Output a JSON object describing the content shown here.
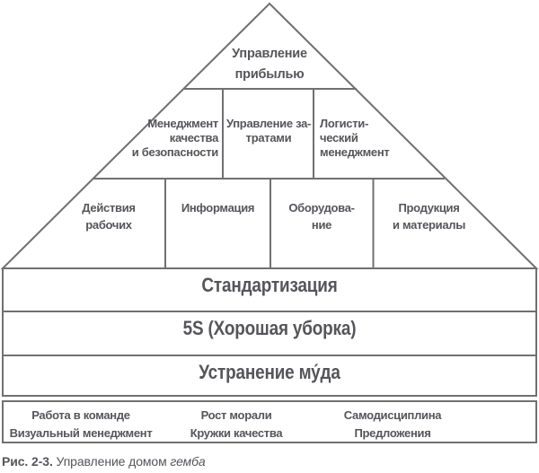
{
  "figure": {
    "roof_title": "Управление\nприбылью",
    "management_row": [
      {
        "label": "Менеджмент\nкачества\nи безопасности"
      },
      {
        "label": "Управление за-\nтратами"
      },
      {
        "label": "Логисти-\nческий\nменеджмент"
      }
    ],
    "resources_row": [
      {
        "label": "Действия\nрабочих"
      },
      {
        "label": "Информация"
      },
      {
        "label": "Оборудова-\nние"
      },
      {
        "label": "Продукция\nи материалы"
      }
    ],
    "foundation_bars": [
      {
        "label": "Стандартизация"
      },
      {
        "label": "5S (Хорошая уборка)"
      },
      {
        "label": "Устранение му́да"
      }
    ],
    "base_row": [
      {
        "label": "Работа в команде\nВизуальный менеджмент"
      },
      {
        "label": "Рост морали\nКружки качества"
      },
      {
        "label": "Самодисциплина\nПредложения"
      }
    ],
    "caption": {
      "prefix": "Рис. 2-3.",
      "text": " Управление домом ",
      "italic": "гемба"
    }
  },
  "colors": {
    "line": "#707073",
    "text": "#55555a",
    "bg": "#ffffff"
  }
}
